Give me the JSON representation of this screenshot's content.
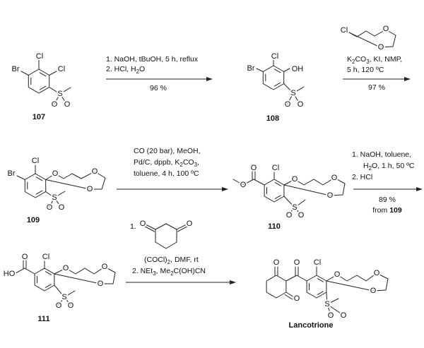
{
  "compounds": {
    "c107": {
      "label": "107",
      "atoms": [
        "Cl",
        "Br",
        "Cl",
        "S",
        "O",
        "O"
      ]
    },
    "c108": {
      "label": "108",
      "atoms": [
        "Cl",
        "Br",
        "OH",
        "S",
        "O",
        "O"
      ]
    },
    "c109": {
      "label": "109",
      "atoms": [
        "Cl",
        "Br",
        "O",
        "O",
        "O",
        "S",
        "O",
        "O"
      ]
    },
    "c110": {
      "label": "110",
      "atoms": [
        "Cl",
        "O",
        "O",
        "O",
        "O",
        "O",
        "S",
        "O",
        "O"
      ]
    },
    "c111": {
      "label": "111",
      "atoms": [
        "Cl",
        "O",
        "HO",
        "O",
        "O",
        "O",
        "S",
        "O",
        "O"
      ]
    },
    "lancotrione": {
      "label": "Lancotrione",
      "atoms": [
        "O",
        "O",
        "O",
        "Cl",
        "O",
        "O",
        "O",
        "S",
        "O",
        "O"
      ]
    }
  },
  "steps": [
    {
      "line1": "1. NaOH, tBuOH, 5 h, reflux",
      "line2": [
        "2. HCl, H",
        "2",
        "O"
      ],
      "yield": "96 %"
    },
    {
      "reagent_atoms": [
        "Cl",
        "O",
        "O"
      ],
      "line1": [
        "K",
        "2",
        "CO",
        "3",
        ", KI, NMP,"
      ],
      "line2": "5 h, 120 ºC",
      "yield": "97 %"
    },
    {
      "line1": "CO (20 bar), MeOH,",
      "line2": [
        "Pd/C, dppb, K",
        "2",
        "CO",
        "3",
        ","
      ],
      "line3": "toluene, 4 h, 100 ºC"
    },
    {
      "line1": "1. NaOH, toluene,",
      "line2": [
        "H",
        "2",
        "O, 1 h, 50 ºC"
      ],
      "line3": "2. HCl",
      "yield": "89 %",
      "from": [
        "from ",
        "109"
      ]
    },
    {
      "step1_prefix": "1.",
      "reagent_atoms": [
        "O",
        "O"
      ],
      "line1": [
        "(COCl)",
        "2",
        ", DMF, rt"
      ],
      "line2": [
        "2. NEt",
        "3",
        ", Me",
        "2",
        "C(OH)CN"
      ]
    }
  ]
}
